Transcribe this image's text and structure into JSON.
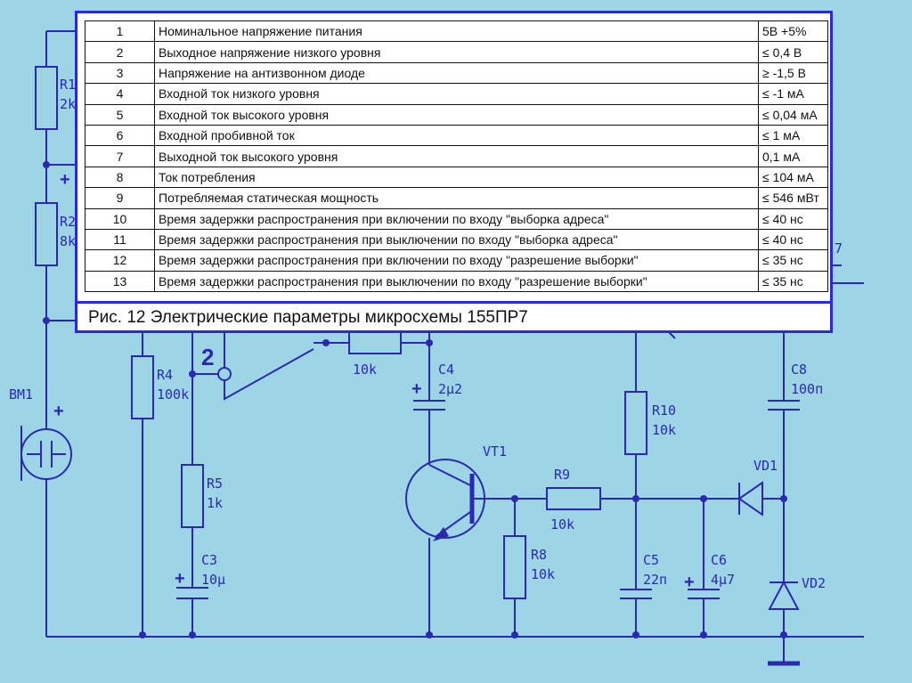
{
  "params": {
    "rows": [
      {
        "num": "1",
        "param": "Номинальное напряжение питания",
        "value": "5В +5%"
      },
      {
        "num": "2",
        "param": "Выходное напряжение низкого уровня",
        "value": "≤ 0,4 В"
      },
      {
        "num": "3",
        "param": "Напряжение на антизвонном диоде",
        "value": "≥ -1,5 В"
      },
      {
        "num": "4",
        "param": "Входной ток низкого уровня",
        "value": "≤ -1 мА"
      },
      {
        "num": "5",
        "param": "Входной ток высокого уровня",
        "value": "≤ 0,04 мА"
      },
      {
        "num": "6",
        "param": "Входной пробивной ток",
        "value": "≤ 1 мА"
      },
      {
        "num": "7",
        "param": "Выходной ток высокого уровня",
        "value": "0,1 мА"
      },
      {
        "num": "8",
        "param": "Ток потребления",
        "value": "≤ 104 мА"
      },
      {
        "num": "9",
        "param": "Потребляемая статическая мощность",
        "value": "≤ 546 мВт"
      },
      {
        "num": "10",
        "param": "Время задержки распространения при включении по входу \"выборка адреса\"",
        "value": "≤ 40 нс"
      },
      {
        "num": "11",
        "param": "Время задержки распространения при выключении по входу \"выборка адреса\"",
        "value": "≤ 40 нс"
      },
      {
        "num": "12",
        "param": "Время задержки распространения при включении по входу \"разрешение выборки\"",
        "value": "≤ 35 нс"
      },
      {
        "num": "13",
        "param": "Время задержки распространения при выключении по входу \"разрешение выборки\"",
        "value": "≤ 35 нс"
      }
    ],
    "caption": "Рис. 12 Электрические параметры микросхемы 155ПР7"
  },
  "schematic": {
    "labels": {
      "r1": "R1",
      "r1_val": "2k",
      "r2": "R2",
      "r2_val": "8k",
      "plus_top": "+",
      "bm1": "BM1",
      "bm1_plus": "+",
      "r4": "R4",
      "r4_val": "100k",
      "r5": "R5",
      "r5_val": "1k",
      "c3": "C3",
      "c3_val": "10μ",
      "c3_plus": "+",
      "op2": "2",
      "r3_val": "10k",
      "c4": "C4",
      "c4_val": "2μ2",
      "c4_plus": "+",
      "vt1": "VT1",
      "r9": "R9",
      "r9_val": "10k",
      "r8": "R8",
      "r8_val": "10k",
      "r10": "R10",
      "r10_val": "10k",
      "c5": "C5",
      "c5_val": "22п",
      "c6": "C6",
      "c6_val": "4μ7",
      "c6_plus": "+",
      "c8": "C8",
      "c8_val": "100п",
      "vd1": "VD1",
      "vd2": "VD2",
      "op_right": "7"
    }
  }
}
